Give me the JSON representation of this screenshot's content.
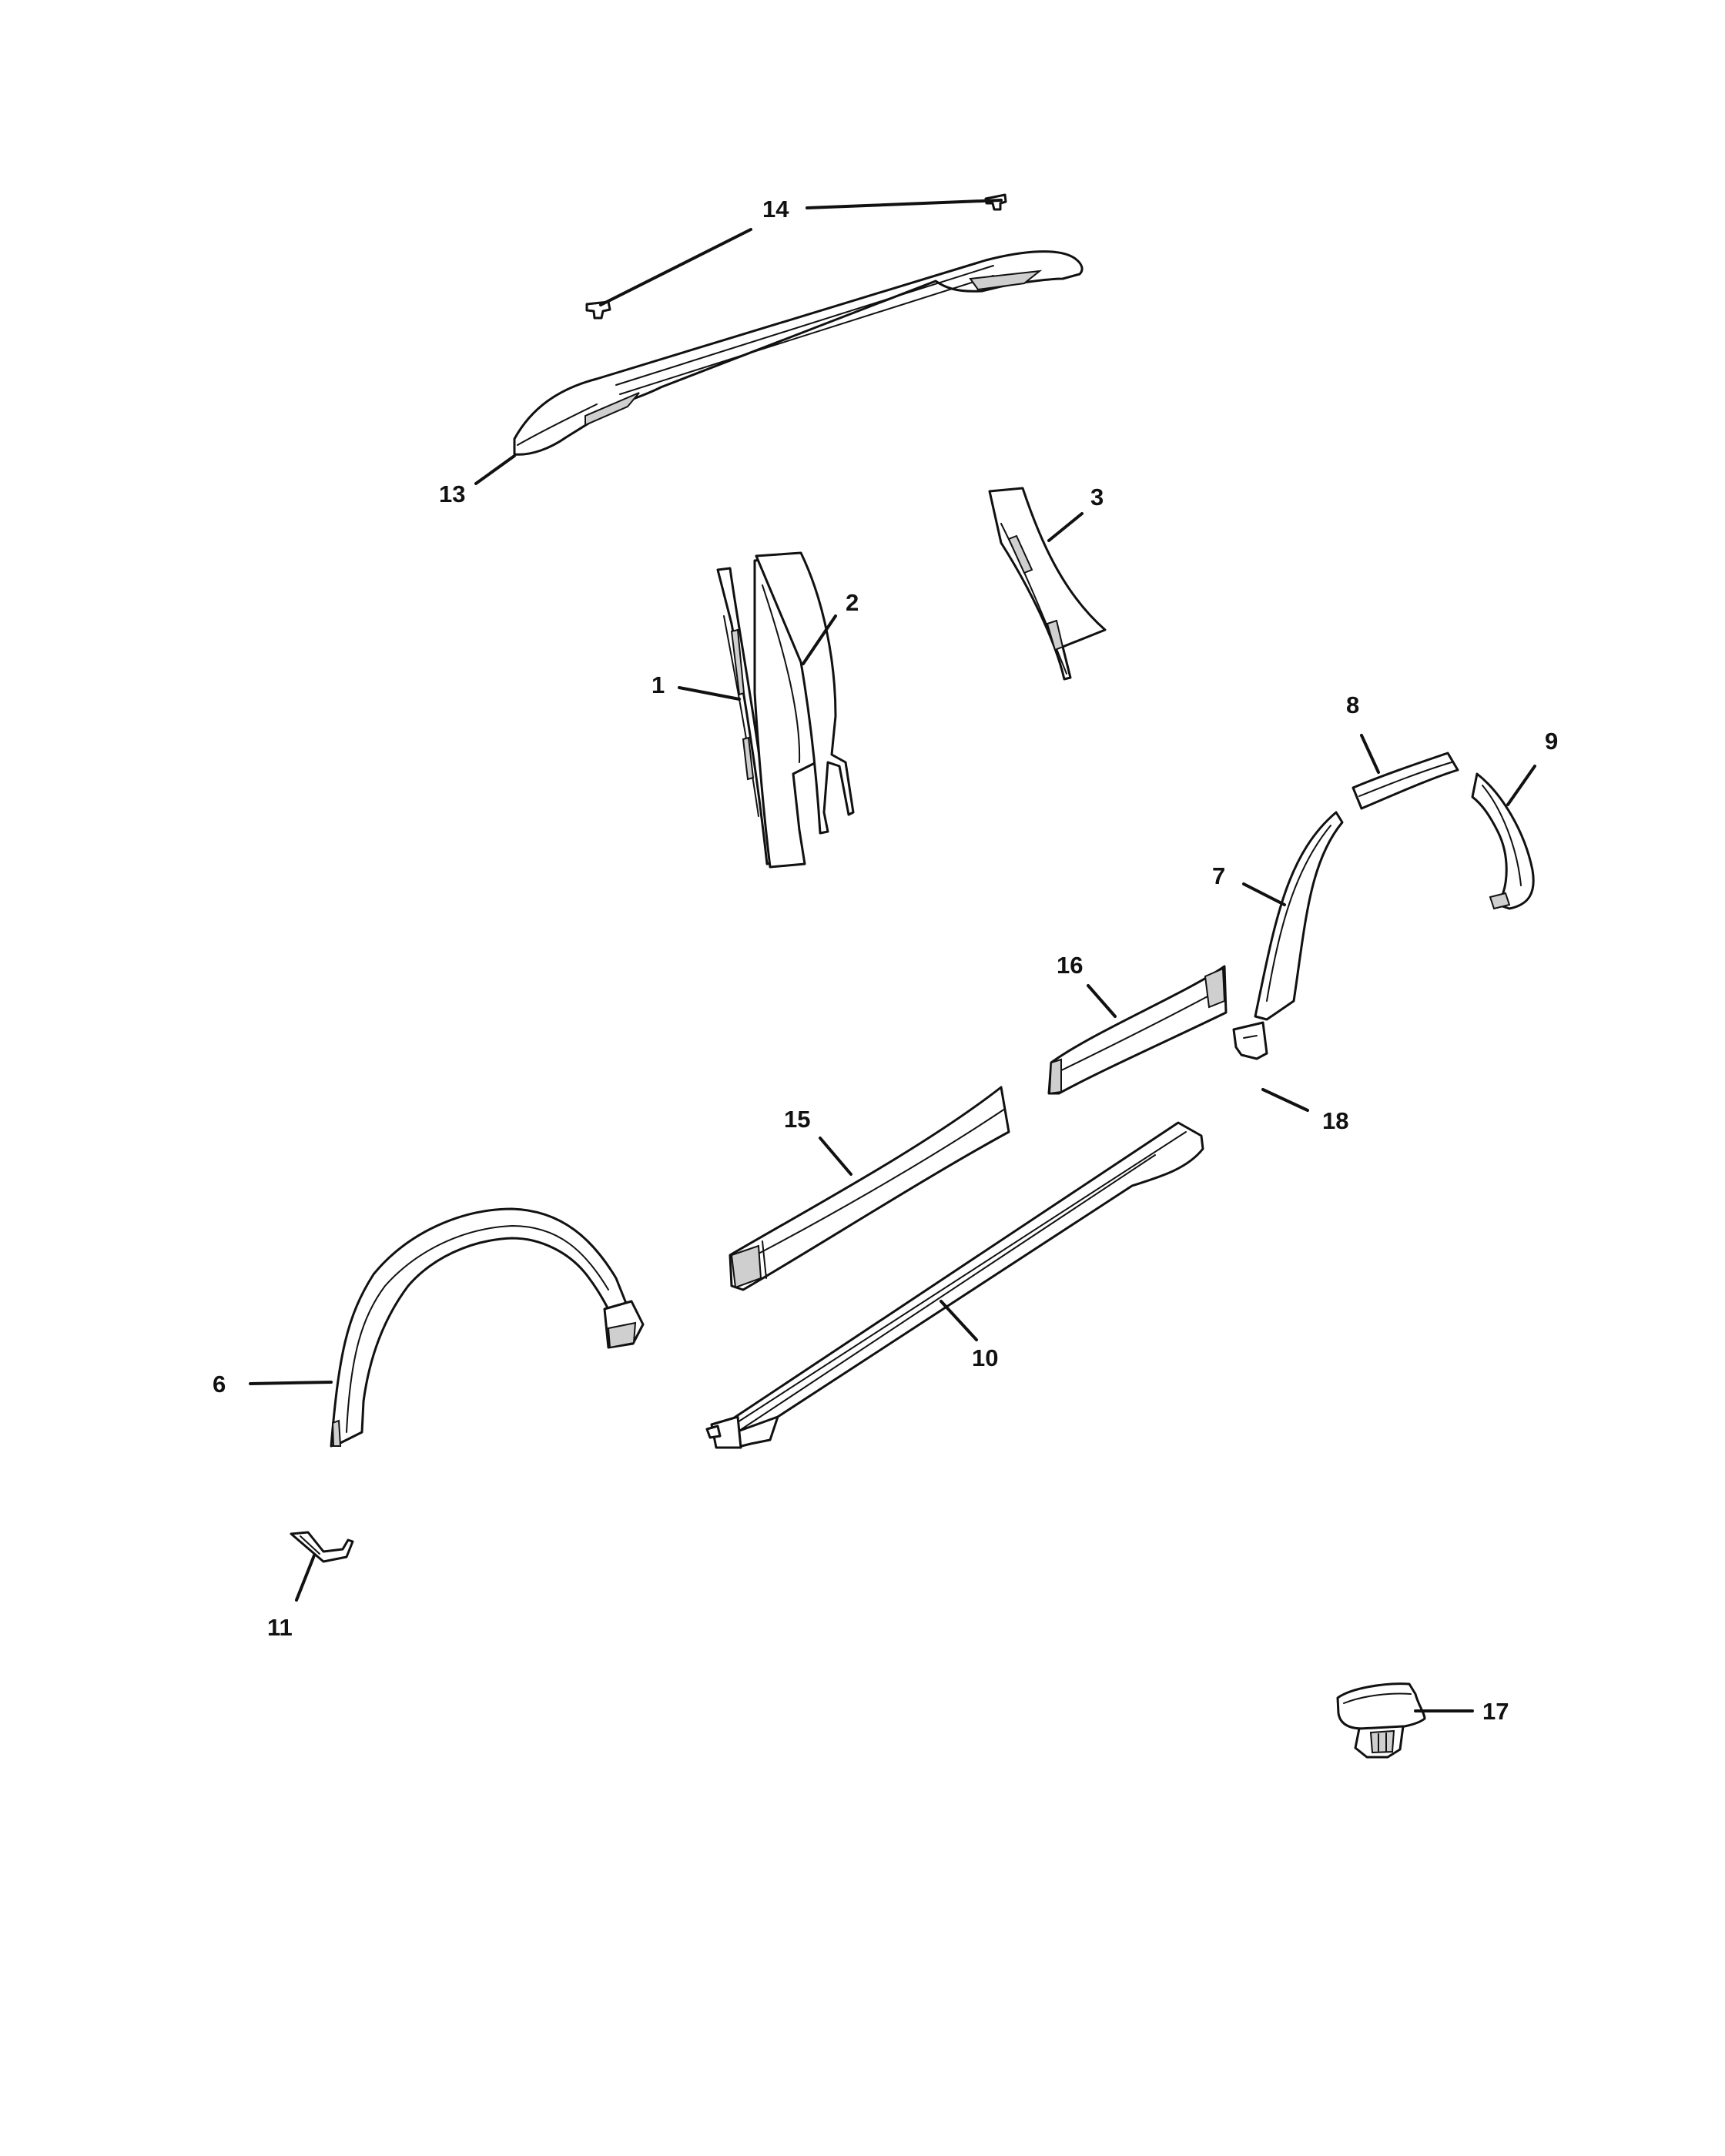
{
  "callouts": {
    "c1": "1",
    "c2": "2",
    "c3": "3",
    "c6": "6",
    "c7": "7",
    "c8": "8",
    "c9": "9",
    "c10": "10",
    "c11": "11",
    "c13": "13",
    "c14": "14",
    "c15": "15",
    "c16": "16",
    "c17": "17",
    "c18": "18"
  }
}
